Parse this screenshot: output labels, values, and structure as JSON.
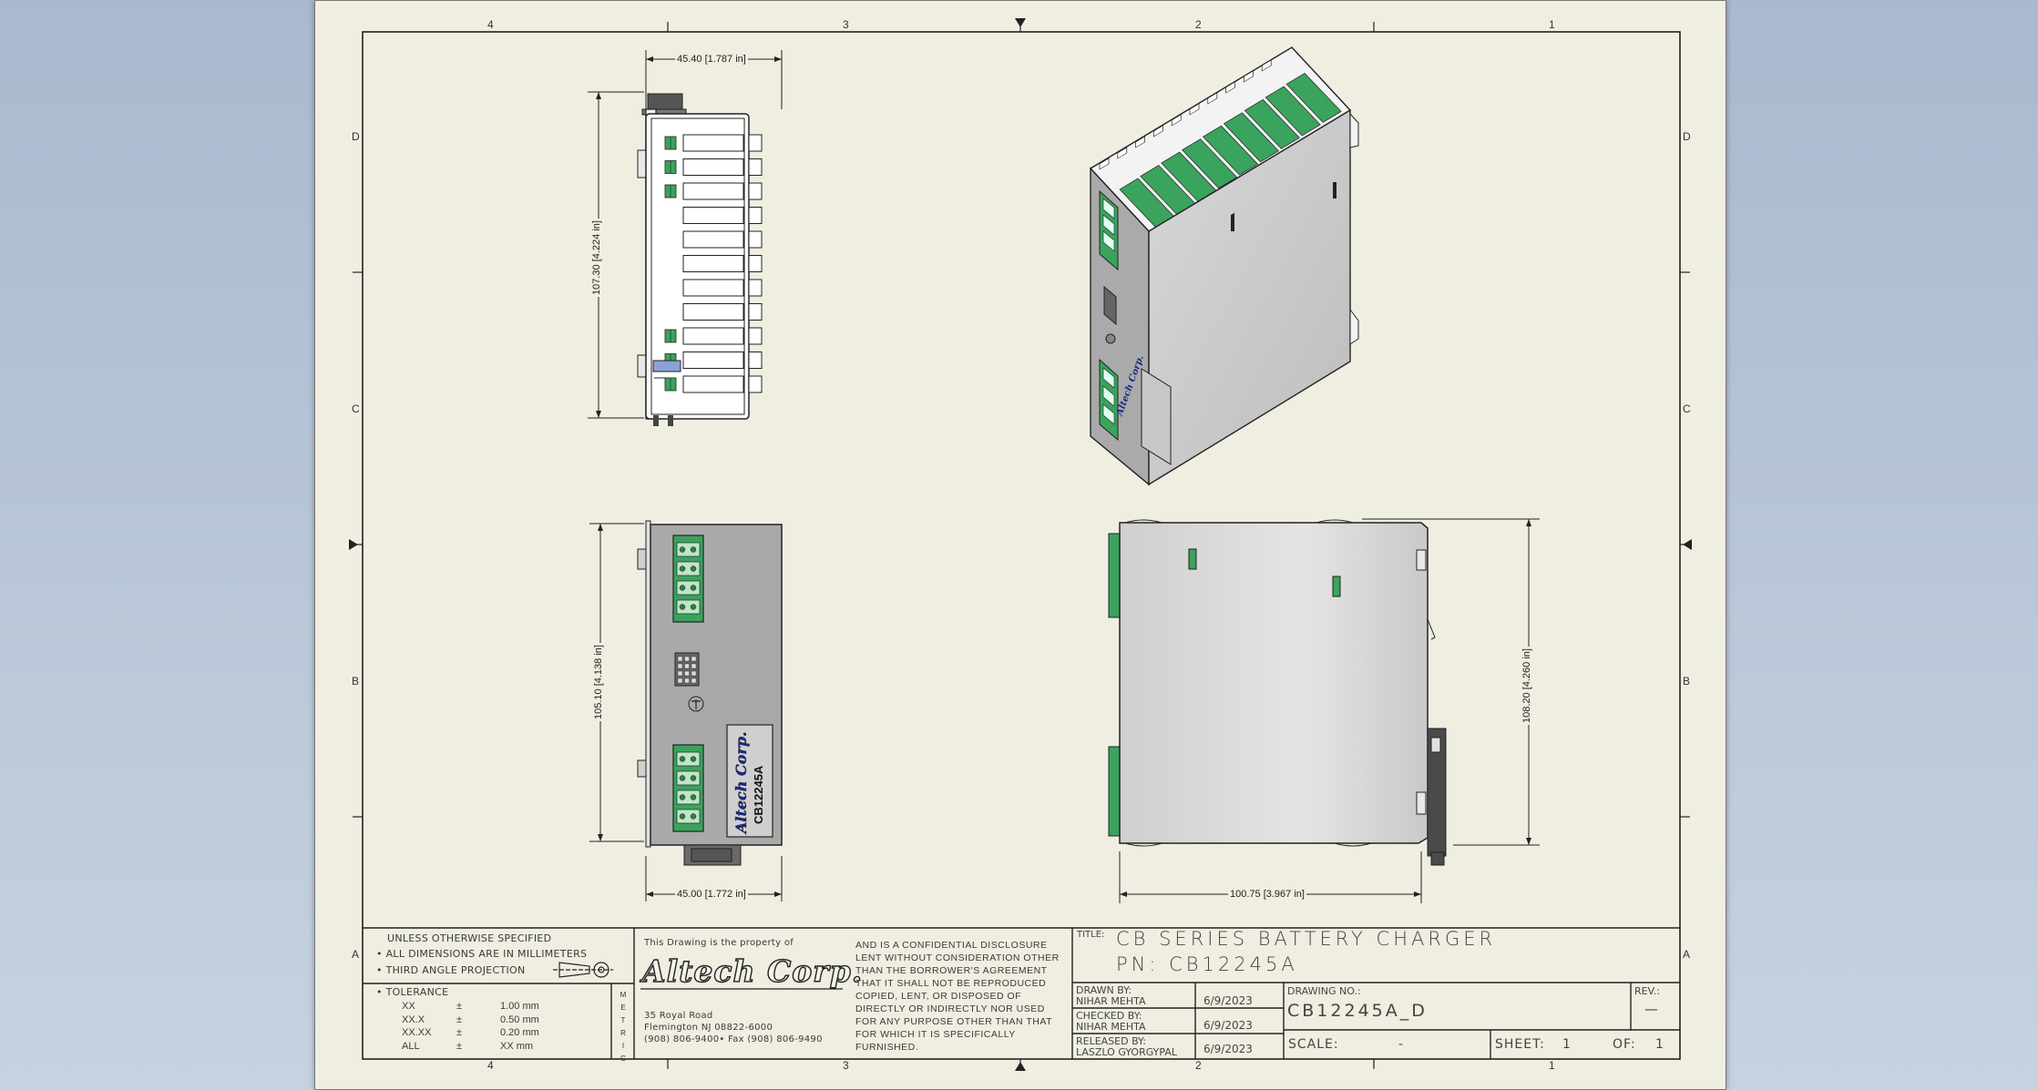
{
  "border": {
    "columns": [
      "4",
      "3",
      "2",
      "1"
    ],
    "rows": [
      "D",
      "C",
      "B",
      "A"
    ]
  },
  "dimensions": {
    "side_width": "45.40 [1.787 in]",
    "side_height": "107.30 [4.224 in]",
    "front_height": "105.10 [4.138 in]",
    "front_width": "45.00 [1.772 in]",
    "right_width": "100.75 [3.967 in]",
    "right_height": "108.20 [4.260 in]"
  },
  "labels": {
    "front_brand": "Altech Corp.",
    "front_model": "CB12245A"
  },
  "title_block": {
    "notes": {
      "heading": "UNLESS OTHERWISE SPECIFIED",
      "line1": "• ALL DIMENSIONS ARE IN MILLIMETERS",
      "line2": "• THIRD ANGLE PROJECTION",
      "tolerance_heading": "• TOLERANCE",
      "tolerance": [
        {
          "format": "XX",
          "sep": "±",
          "value": "1.00 mm"
        },
        {
          "format": "XX.X",
          "sep": "±",
          "value": "0.50 mm"
        },
        {
          "format": "XX.XX",
          "sep": "±",
          "value": "0.20 mm"
        },
        {
          "format": "ALL",
          "sep": "±",
          "value": "XX mm"
        }
      ],
      "units_vertical": "METRIC"
    },
    "company": {
      "property_line": "This Drawing is the property of",
      "name": "Altech Corp.",
      "address1": "35 Royal Road",
      "address2": "Flemington NJ 08822-6000",
      "phone": "(908) 806-9400• Fax (908) 806-9490"
    },
    "disclosure": [
      "AND IS A CONFIDENTIAL DISCLOSURE",
      "LENT WITHOUT CONSIDERATION OTHER",
      "THAN THE BORROWER'S AGREEMENT",
      "THAT IT SHALL NOT BE REPRODUCED",
      "COPIED, LENT, OR DISPOSED OF",
      "DIRECTLY OR INDIRECTLY NOR USED",
      "FOR ANY PURPOSE OTHER THAN THAT",
      "FOR WHICH IT IS SPECIFICALLY",
      "FURNISHED."
    ],
    "title_label": "TITLE:",
    "title": "CB  SERIES  BATTERY  CHARGER",
    "pn": "PN:  CB12245A",
    "drawn_by_label": "DRAWN BY:",
    "drawn_by": "NIHAR MEHTA",
    "drawn_date": "6/9/2023",
    "checked_by_label": "CHECKED BY:",
    "checked_by": "NIHAR MEHTA",
    "checked_date": "6/9/2023",
    "released_by_label": "RELEASED BY:",
    "released_by": "LASZLO GYORGYPAL",
    "released_date": "6/9/2023",
    "drawing_no_label": "DRAWING NO.:",
    "drawing_no": "CB12245A_D",
    "rev_label": "REV.:",
    "rev": "—",
    "scale_label": "SCALE:",
    "scale": "-",
    "sheet_label": "SHEET:",
    "sheet": "1",
    "of_label": "OF:",
    "of": "1"
  }
}
